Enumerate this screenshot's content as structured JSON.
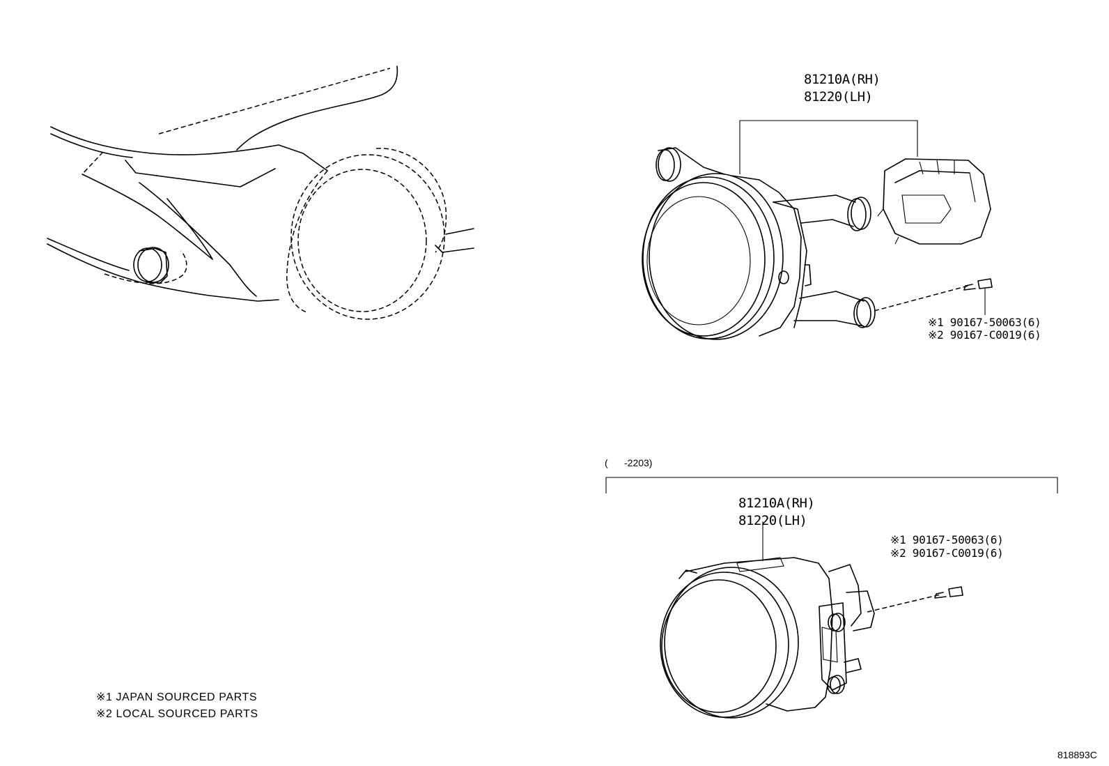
{
  "upper_assembly": {
    "part_rh": "81210A(RH)",
    "part_lh": "81220(LH)",
    "bolt_jp": "※1 90167-50063(6)",
    "bolt_local": "※2 90167-C0019(6)"
  },
  "lower_assembly": {
    "range": "(      -2203)",
    "part_rh": "81210A(RH)",
    "part_lh": "81220(LH)",
    "bolt_jp": "※1 90167-50063(6)",
    "bolt_local": "※2 90167-C0019(6)"
  },
  "notes": {
    "note1": "※1 JAPAN SOURCED PARTS",
    "note2": "※2 LOCAL SOURCED PARTS"
  },
  "diagram_id": "818893C"
}
